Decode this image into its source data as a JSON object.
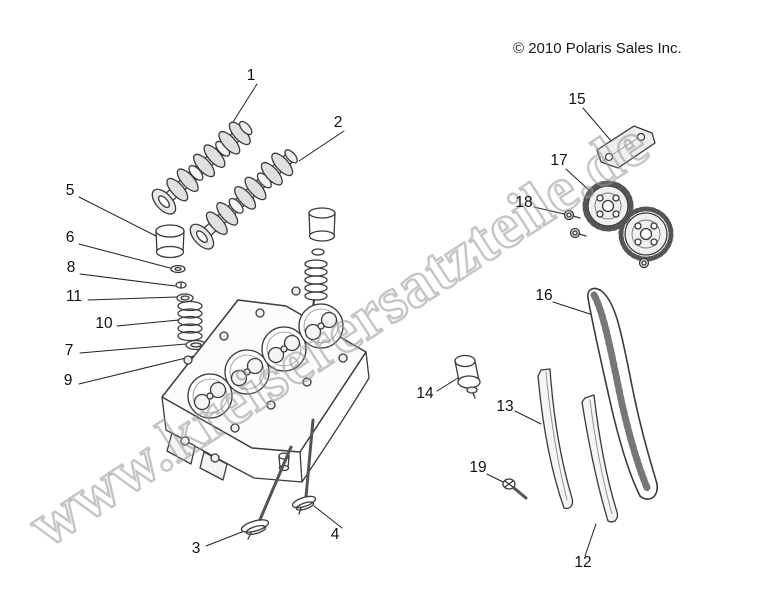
{
  "page": {
    "copyright": "© 2010 Polaris Sales Inc.",
    "watermark": "www.kreiserersatzteile.de"
  },
  "callouts": [
    "1",
    "2",
    "5",
    "6",
    "8",
    "11",
    "10",
    "7",
    "9",
    "3",
    "4",
    "15",
    "17",
    "18",
    "16",
    "14",
    "13",
    "19",
    "12"
  ]
}
